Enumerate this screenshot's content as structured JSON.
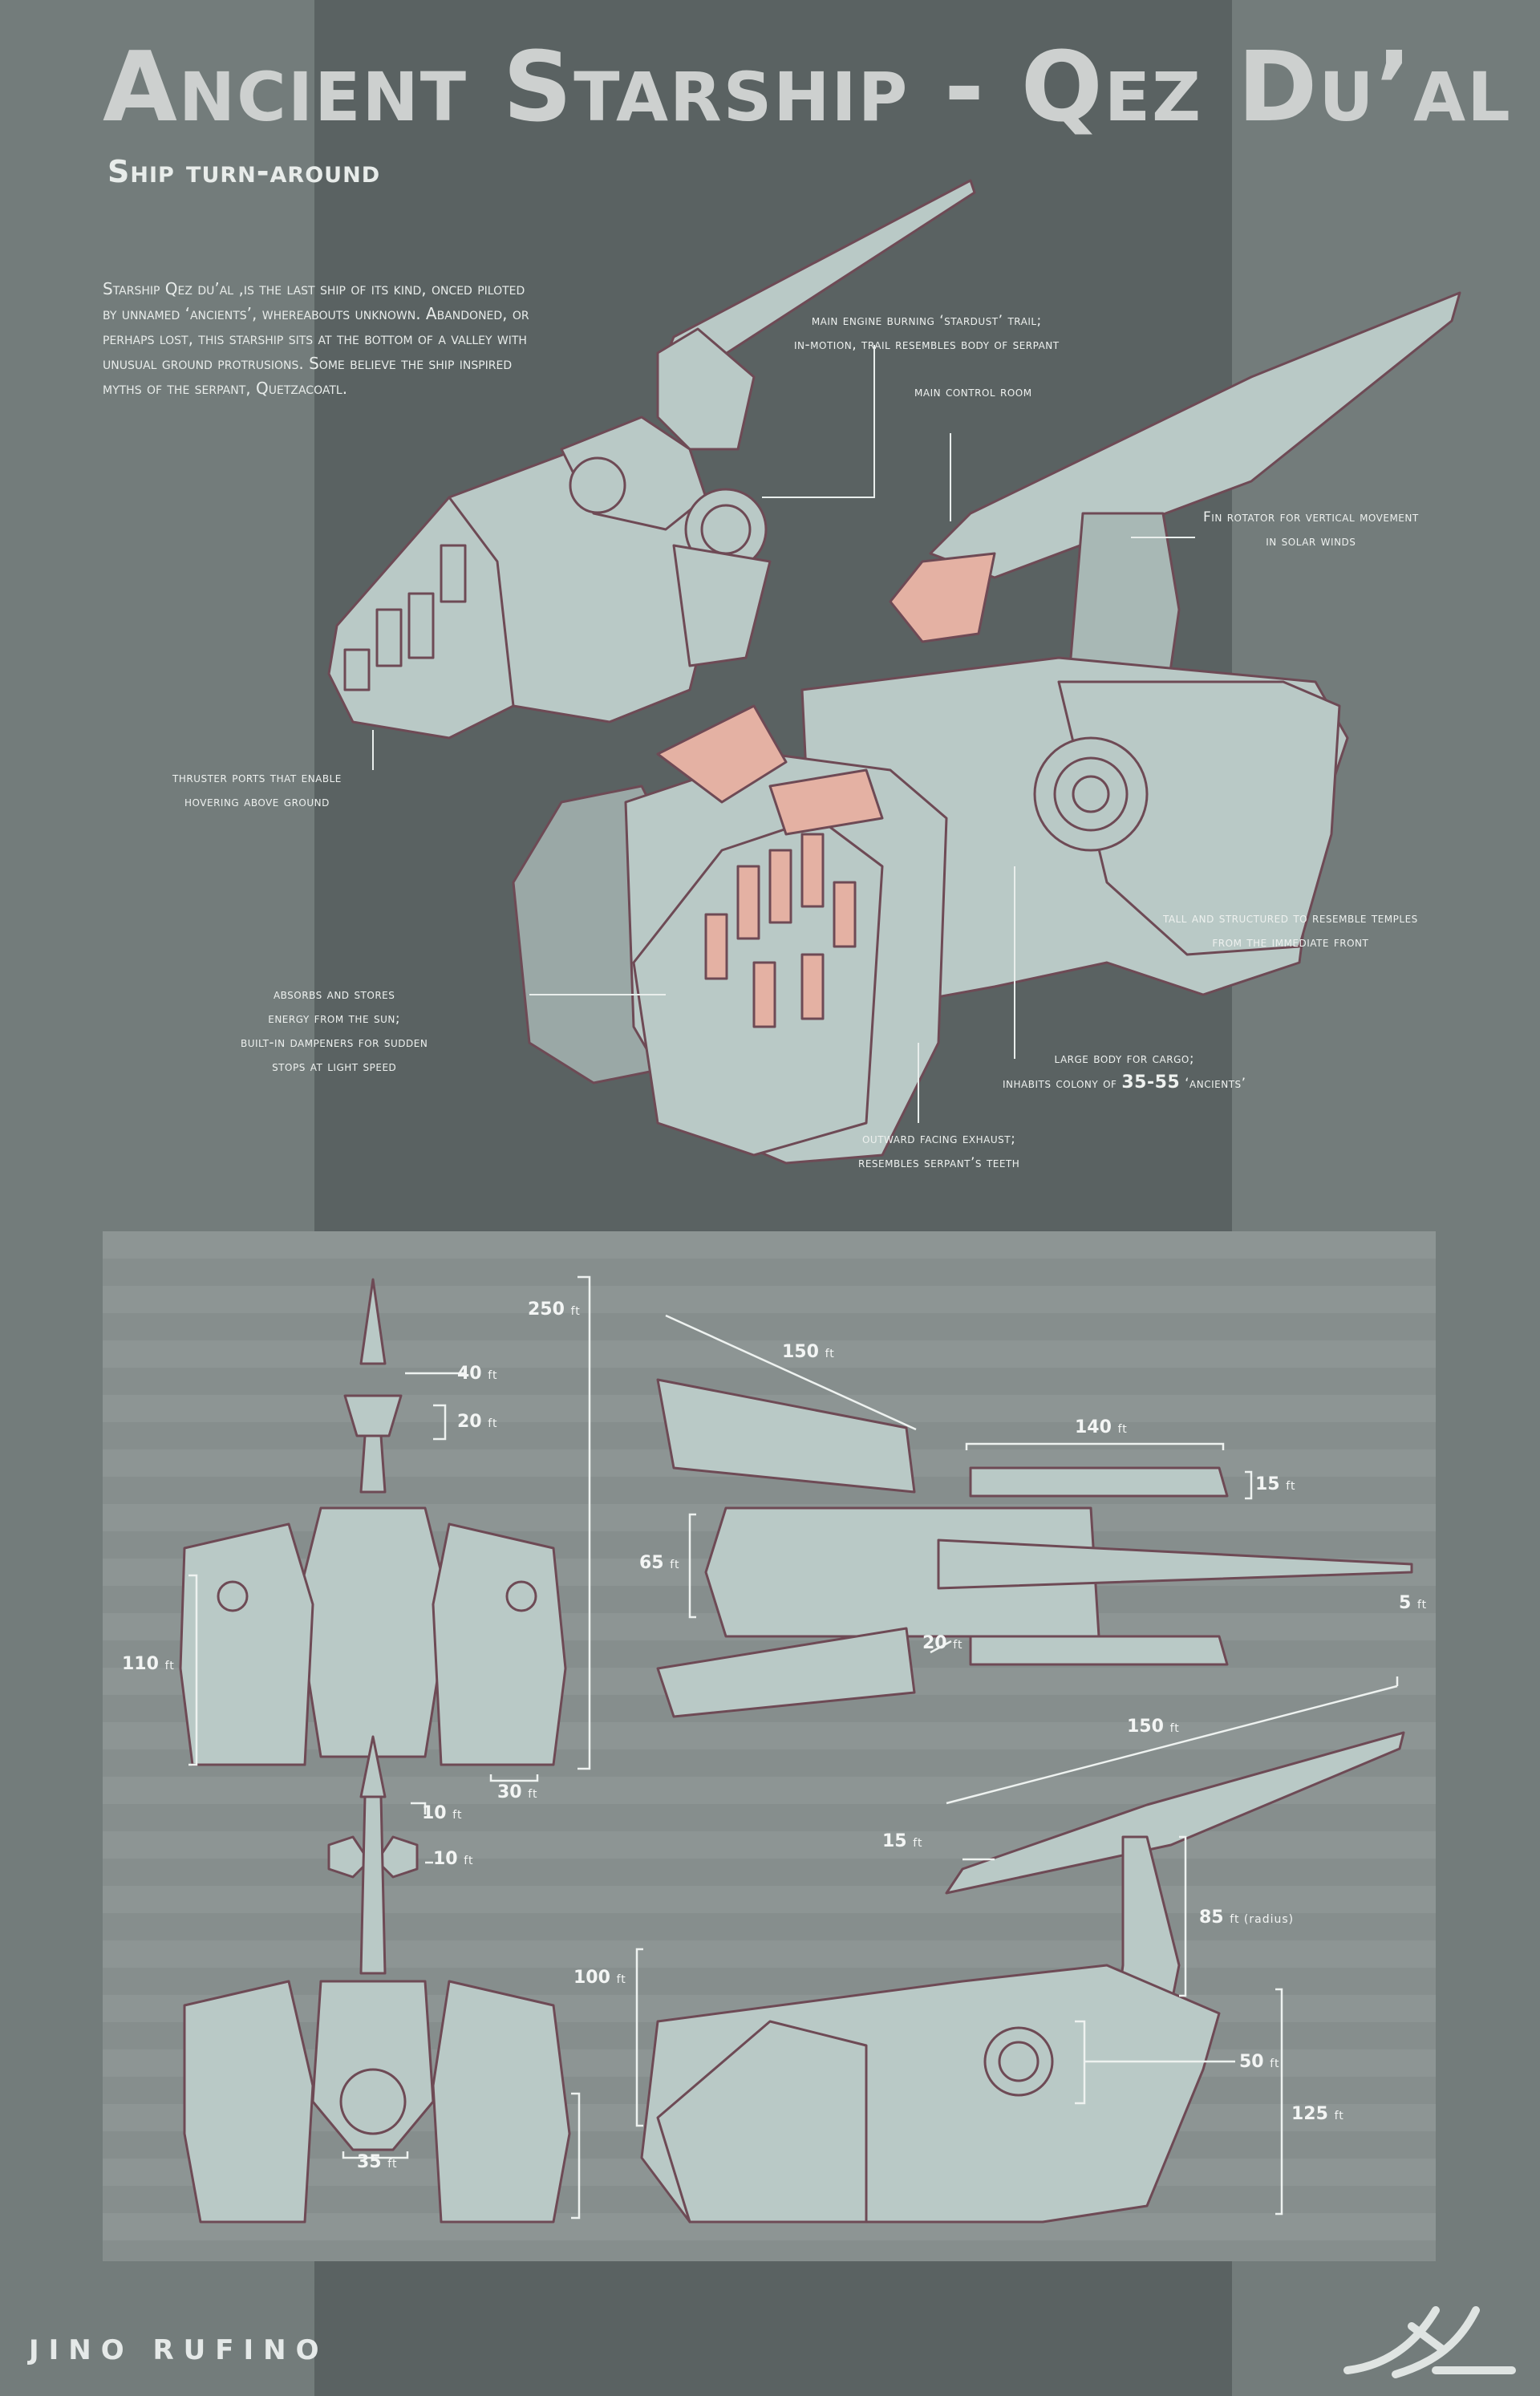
{
  "title": "Ancient Starship - Qez Du’al",
  "subtitle": "Ship turn-around",
  "intro": "Starship Qez du’al ,is the last ship of its kind, onced piloted by unnamed ‘ancients’, whereabouts unknown. Abandoned, or perhaps lost, this starship sits at the bottom of a valley with unusual ground protrusions. Some believe the ship inspired myths of the serpant, Quetzacoatl.",
  "callouts": {
    "main_engine": [
      "main engine burning ‘stardust’ trail;",
      "in-motion, trail resembles body of serpant"
    ],
    "control_room": [
      "main control room"
    ],
    "fin_rotator": [
      "Fin rotator for vertical movement",
      "in solar winds"
    ],
    "thruster": [
      "thruster ports that enable",
      "hovering above ground"
    ],
    "temples": [
      "tall and structured to resemble temples",
      "from the immediate front"
    ],
    "absorbs": [
      "absorbs and stores",
      "energy from the sun;",
      "built-in dampeners for sudden",
      "stops at light speed"
    ],
    "cargo_line1": "large body for cargo;",
    "cargo_prefix": "inhabits colony of",
    "cargo_number": "35-55",
    "cargo_suffix": "‘ancients’",
    "exhaust": [
      "outward facing exhaust;",
      "resembles serpant’s teeth"
    ]
  },
  "dimensions": {
    "d250": {
      "n": "250",
      "u": "ft"
    },
    "d40": {
      "n": "40",
      "u": "ft"
    },
    "d20a": {
      "n": "20",
      "u": "ft"
    },
    "d110": {
      "n": "110",
      "u": "ft"
    },
    "d30": {
      "n": "30",
      "u": "ft"
    },
    "d150a": {
      "n": "150",
      "u": "ft"
    },
    "d140": {
      "n": "140",
      "u": "ft"
    },
    "d15a": {
      "n": "15",
      "u": "ft"
    },
    "d65": {
      "n": "65",
      "u": "ft"
    },
    "d5": {
      "n": "5",
      "u": "ft"
    },
    "d20b": {
      "n": "20",
      "u": "ft"
    },
    "d150b": {
      "n": "150",
      "u": "ft"
    },
    "d10a": {
      "n": "10",
      "u": "ft"
    },
    "d10b": {
      "n": "10",
      "u": "ft"
    },
    "d15b": {
      "n": "15",
      "u": "ft"
    },
    "d85": {
      "n": "85",
      "u": "ft (radius)"
    },
    "d100": {
      "n": "100",
      "u": "ft"
    },
    "d50": {
      "n": "50",
      "u": "ft"
    },
    "d125": {
      "n": "125",
      "u": "ft"
    },
    "d35": {
      "n": "35",
      "u": "ft"
    }
  },
  "signature": "JINO RUFINO",
  "colors": {
    "hull": "#b9c9c6",
    "outline": "#6e4a55",
    "accent": "#e4b1a3",
    "band": "#5a6262",
    "panel": "#8d9594"
  }
}
